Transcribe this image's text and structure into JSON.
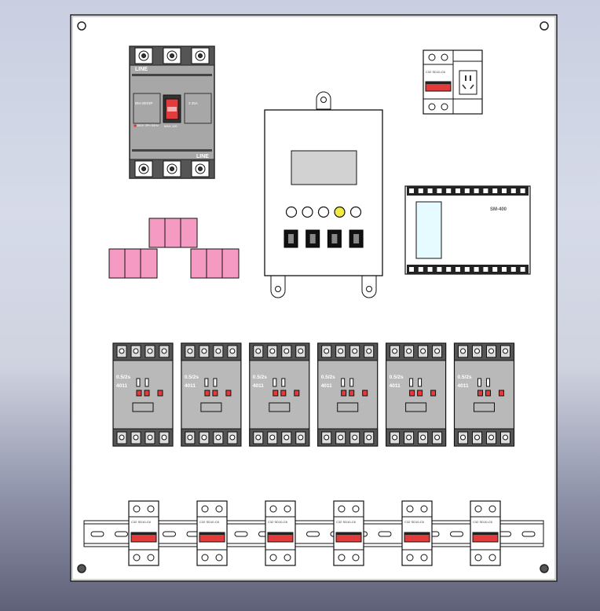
{
  "breaker_main": {
    "top_label": "LINE",
    "bottom_label": "LINE",
    "model": "BM-300/3P",
    "rating": "3 25A",
    "spec1": "380V 3Ph 50Hz",
    "spec2": "MAX-100"
  },
  "meter_label": "SM-400",
  "meter_count": 6,
  "meter_text_1": "0.5/2s",
  "meter_text_2": "4011",
  "rail_breaker_count": 6,
  "rail_breaker_text": "C32 SD10-C6",
  "socket_breaker_text": "C32 SD10-C6",
  "controller_indicator_count": 5,
  "controller_switch_count": 4,
  "colors": {
    "panel": "#ffffff",
    "pink_block": "#f59ac2",
    "red_handle": "#e23b3b",
    "meter_gray": "#b9b9b9",
    "indicator_yellow": "#f2ea40",
    "lcd": "#d2d2d2",
    "plc_window": "#e6fbff"
  }
}
